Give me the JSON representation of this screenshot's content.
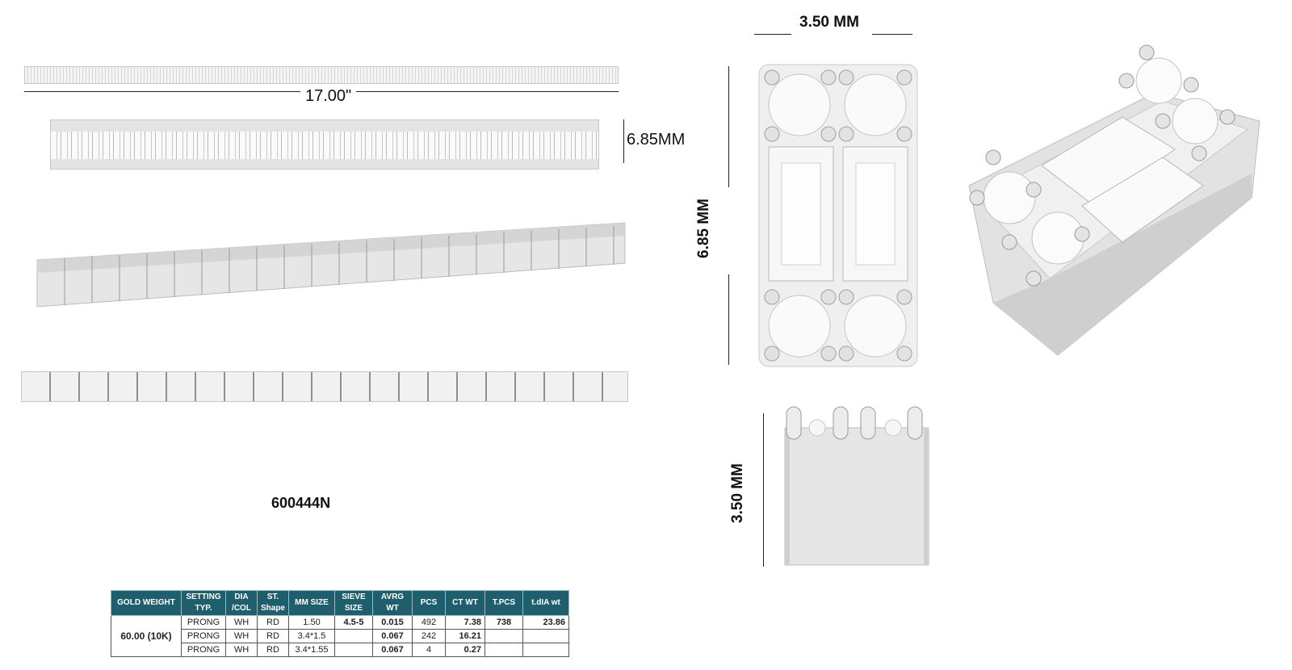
{
  "product_code": "600444N",
  "dimensions": {
    "length": "17.00\"",
    "width_side": "6.85MM",
    "top_width": "3.50 MM",
    "top_height": "6.85 MM",
    "side_height": "3.50 MM"
  },
  "spec_table": {
    "headers": [
      "GOLD WEIGHT",
      "SETTING TYP.",
      "DIA /COL",
      "ST. Shape",
      "MM SIZE",
      "SIEVE SIZE",
      "AVRG WT",
      "PCS",
      "CT WT",
      "T.PCS",
      "t.dIA wt"
    ],
    "gold_weight": "60.00 (10K)",
    "t_pcs": "738",
    "t_dia_wt": "23.86",
    "rows": [
      {
        "setting": "PRONG",
        "dia_col": "WH",
        "st_shape": "RD",
        "mm_size": "1.50",
        "sieve_size": "4.5-5",
        "avrg_wt": "0.015",
        "pcs": "492",
        "ct_wt": "7.38"
      },
      {
        "setting": "PRONG",
        "dia_col": "WH",
        "st_shape": "RD",
        "mm_size": "3.4*1.5",
        "sieve_size": "",
        "avrg_wt": "0.067",
        "pcs": "242",
        "ct_wt": "16.21"
      },
      {
        "setting": "PRONG",
        "dia_col": "WH",
        "st_shape": "RD",
        "mm_size": "3.4*1.55",
        "sieve_size": "",
        "avrg_wt": "0.067",
        "pcs": "4",
        "ct_wt": "0.27"
      }
    ]
  },
  "colors": {
    "header_teal": "#1f5f6d",
    "metal_light": "#f2f2f2",
    "metal_shadow": "#bdbdbd"
  }
}
